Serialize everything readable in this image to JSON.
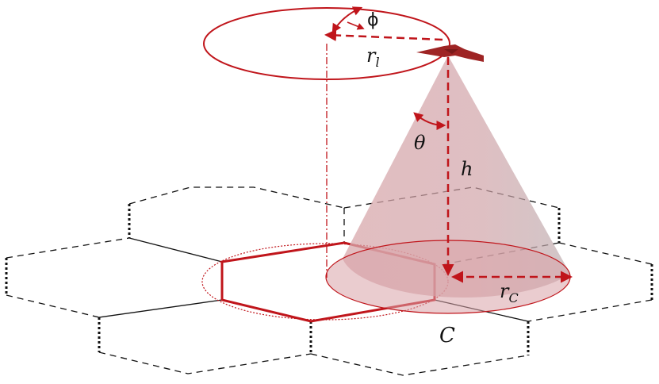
{
  "labels": {
    "phi": "ϕ",
    "r_l": "r",
    "r_l_sub": "l",
    "theta": "θ",
    "h": "h",
    "r_c": "r",
    "r_c_sub": "C",
    "c": "C"
  },
  "colors": {
    "accent": "#c0151b",
    "cone": "#d49ea3",
    "drone": "#9e2424",
    "grid": "#111111"
  }
}
